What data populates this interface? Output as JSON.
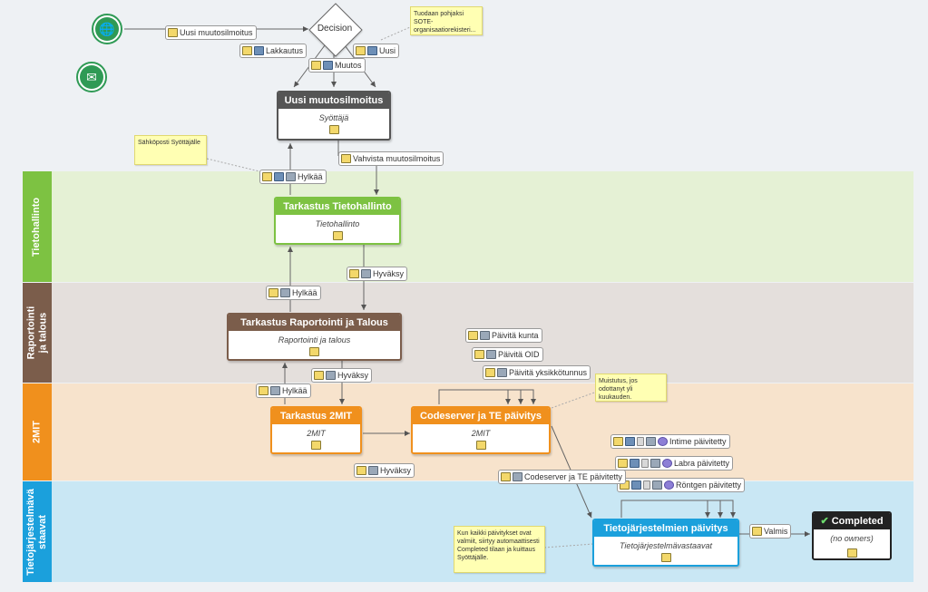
{
  "colors": {
    "tietohallinto": "#7dc242",
    "raportointi": "#7b5d4b",
    "mit": "#f0901d",
    "tj": "#1ba0dc",
    "uusi": "#555555",
    "completed": "#222222"
  },
  "lanes": [
    {
      "label": "Tietohallinto"
    },
    {
      "label": "Raportointi ja talous"
    },
    {
      "label": "2MIT"
    },
    {
      "label": "Tietojärjestelmävä staavat"
    }
  ],
  "start_icons": [
    "web-start-icon",
    "email-start-icon"
  ],
  "decision": {
    "label": "Decision"
  },
  "tasks": {
    "uusi": {
      "title": "Uusi muutosilmoitus",
      "role": "Syöttäjä"
    },
    "tietohallinto": {
      "title": "Tarkastus Tietohallinto",
      "role": "Tietohallinto"
    },
    "raportointi": {
      "title": "Tarkastus Raportointi ja Talous",
      "role": "Raportointi ja talous"
    },
    "mit": {
      "title": "Tarkastus 2MIT",
      "role": "2MIT"
    },
    "codeserver": {
      "title": "Codeserver ja TE päivitys",
      "role": "2MIT"
    },
    "tj": {
      "title": "Tietojärjestelmien päivitys",
      "role": "Tietojärjestelmävastaavat"
    },
    "completed": {
      "title": "Completed",
      "role": "(no owners)"
    }
  },
  "flows": {
    "uusi_muutosilmoitus": "Uusi muutosilmoitus",
    "lakkautus": "Lakkautus",
    "uusi": "Uusi",
    "muutos": "Muutos",
    "vahvista": "Vahvista muutosilmoitus",
    "hylkaa1": "Hylkää",
    "hyvaksy1": "Hyväksy",
    "hylkaa2": "Hylkää",
    "hyvaksy2": "Hyväksy",
    "hylkaa3": "Hylkää",
    "hyvaksy3": "Hyväksy",
    "paivita_kunta": "Päivitä kunta",
    "paivita_oid": "Päivitä OID",
    "paivita_yksikko": "Päivitä yksikkötunnus",
    "intime": "Intime päivitetty",
    "labra": "Labra päivitetty",
    "rontgen": "Röntgen päivitetty",
    "codeserver_te": "Codeserver ja TE päivitetty",
    "valmis": "Valmis"
  },
  "notes": {
    "sote": "Tuodaan pohjaksi SOTE-organisaatiorekisteri...",
    "sahkoposti": "Sähköposti Syöttäjälle",
    "muistutus": "Muistutus, jos odottanyt yli kuukauden.",
    "kun_kaikki": "Kun kaikki päivitykset ovat valmiit, siirtyy automaattisesti Completed tilaan ja kuittaus Syöttäjälle."
  }
}
